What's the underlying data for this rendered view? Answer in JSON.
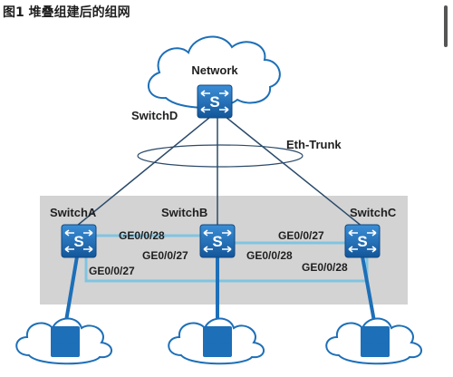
{
  "caption": "图1 堆叠组建后的组网",
  "labels": {
    "network": "Network",
    "switch_d": "SwitchD",
    "eth_trunk": "Eth-Trunk",
    "switch_a": "SwitchA",
    "switch_b": "SwitchB",
    "switch_c": "SwitchC",
    "port_a_top": "GE0/0/28",
    "port_b_left": "GE0/0/27",
    "port_c_top": "GE0/0/27",
    "port_b_right": "GE0/0/28",
    "port_a_bottom": "GE0/0/27",
    "port_c_bottom": "GE0/0/28"
  },
  "switch_icon_letter": "S",
  "icons": {
    "switch": "switch-icon",
    "cloud": "cloud-icon",
    "user_group": "user-group-icon"
  },
  "colors": {
    "switch_blue": "#1d6fb8",
    "stack_box": "#d3d3d3",
    "stack_cable": "#80c4e0",
    "trunk_line": "#2b4a6a",
    "text": "#1f1f1f"
  }
}
